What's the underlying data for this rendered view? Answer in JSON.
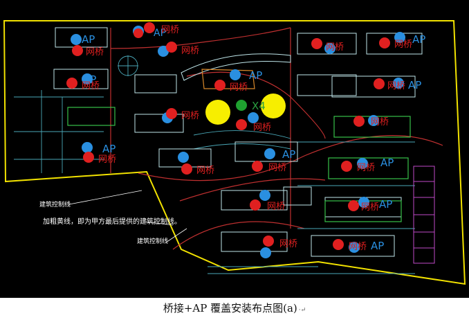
{
  "caption": "桥接+AP 覆盖安装布点图(a)",
  "caption_mark": "·↵",
  "labels": {
    "ap": "AP",
    "bridge": "网桥",
    "x4": "X4",
    "control_line_1": "建筑控制线",
    "control_line_2": "建筑控制线",
    "note": "加粗黄线，即为甲方最后提供的建筑控制线。"
  },
  "colors": {
    "background": "#000000",
    "boundary": "#f2e200",
    "ap_dot": "#2a8fe0",
    "bridge_dot": "#e02020",
    "center_dot": "#1fa030",
    "yellow_dot": "#f7ee00",
    "ap_text": "#2a8fe0",
    "bridge_text": "#e02020",
    "x4_text": "#2aa040",
    "building": "#bfe6ea",
    "building_green": "#37c24a",
    "building_orange": "#d8882a",
    "building_magenta": "#c04ac8",
    "road": "#c03030",
    "road_cyan": "#4aa8b8"
  }
}
